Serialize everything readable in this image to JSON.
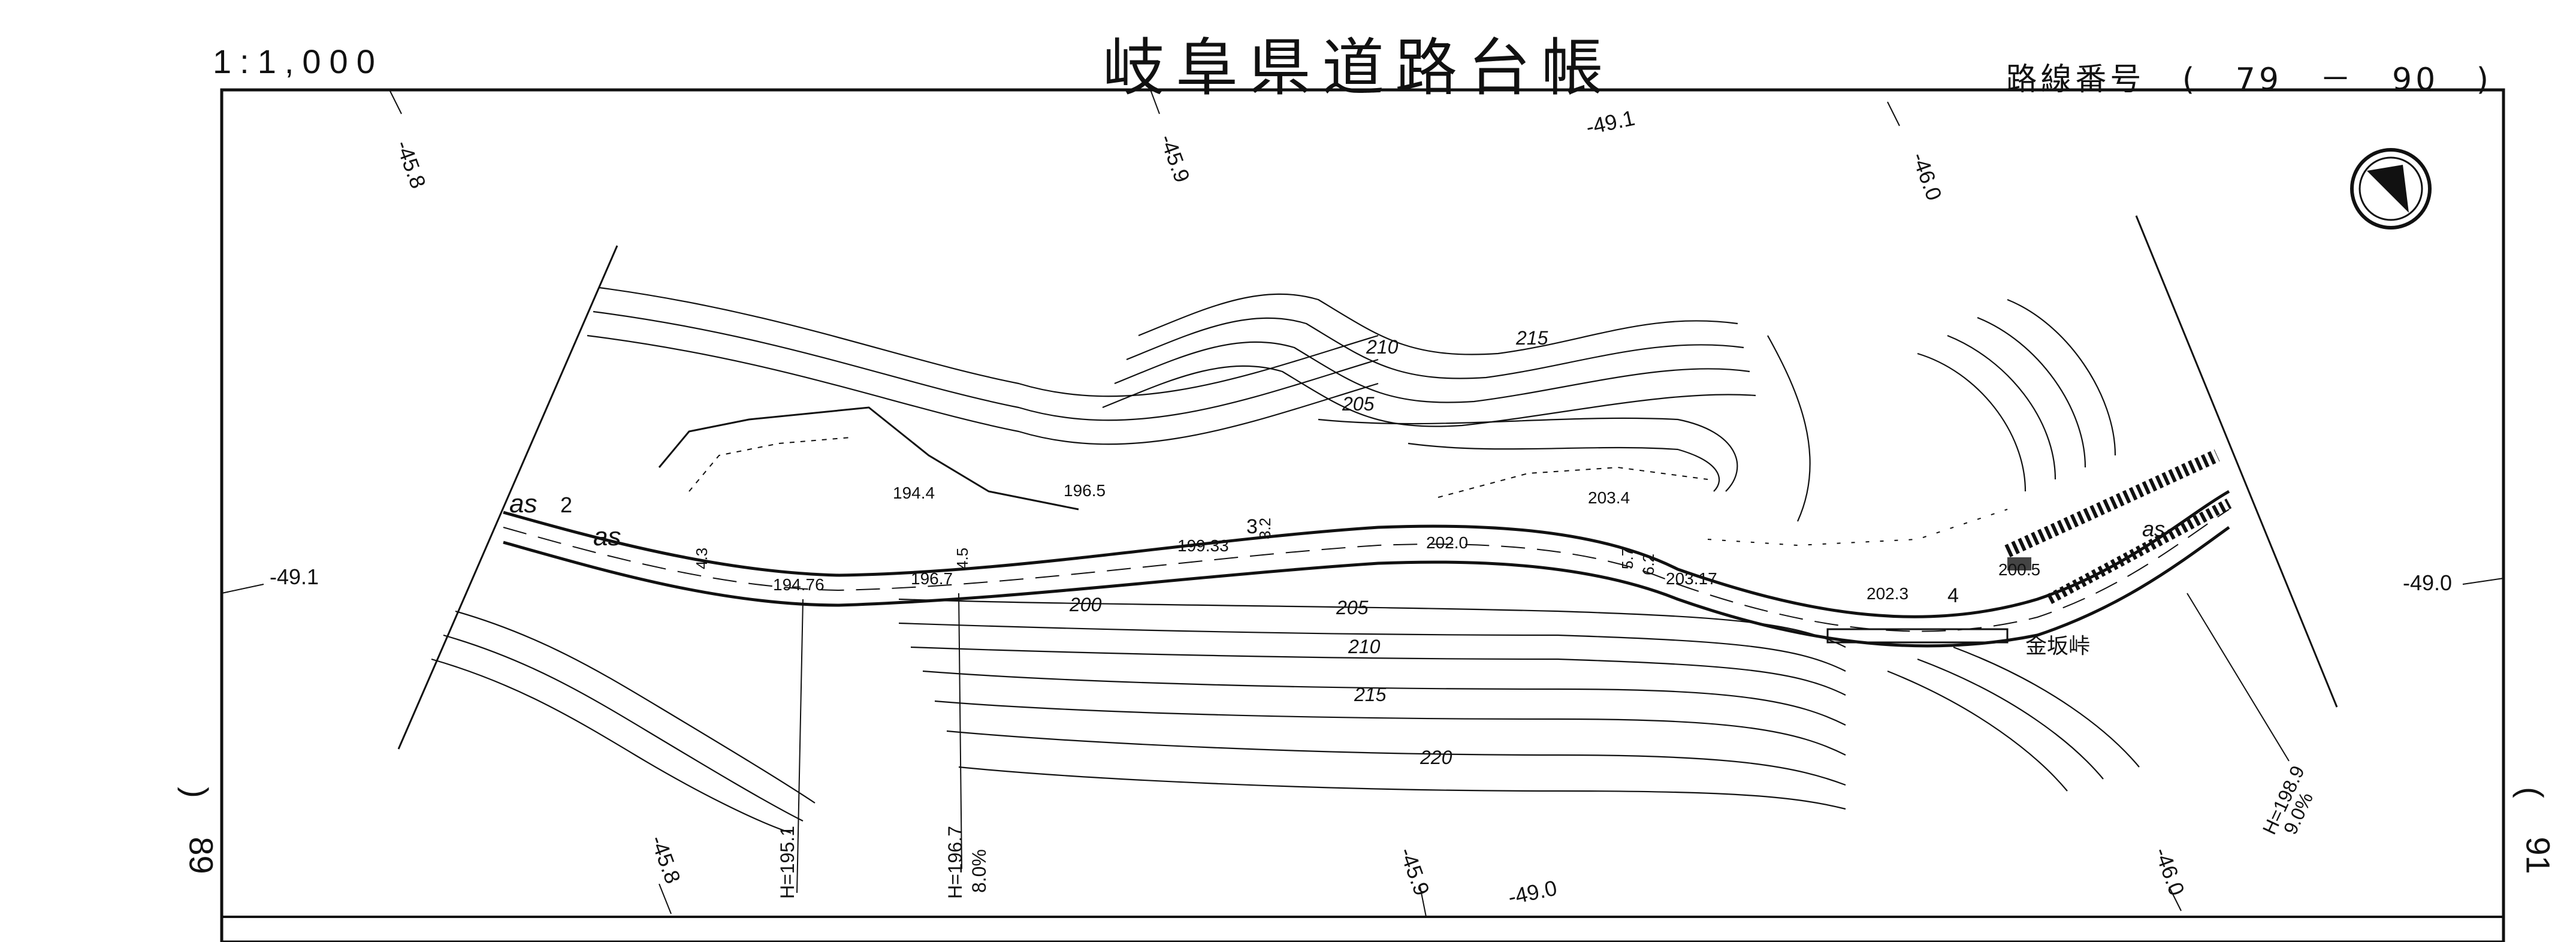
{
  "header": {
    "scale": "1:1,000",
    "title": "岐阜県道路台帳",
    "route_label": "路線番号",
    "route_open": "(",
    "route_from": "79",
    "route_dash": "－",
    "route_to": "90",
    "route_close": ")"
  },
  "sheet": {
    "left_neighbor": "89",
    "right_neighbor": "91",
    "paren_left": ")",
    "paren_right": "("
  },
  "coordinates": {
    "top": [
      "-45.8",
      "-45.9",
      "-49.1",
      "-46.0"
    ],
    "bottom": [
      "-45.8",
      "-45.9",
      "-49.0",
      "-46.0"
    ],
    "left": "-49.1",
    "right": "-49.0"
  },
  "contours": [
    "200",
    "205",
    "210",
    "215",
    "220",
    "210",
    "215",
    "205"
  ],
  "spot_heights": [
    "194.4",
    "196.5",
    "199.33",
    "202.0",
    "203.4",
    "203.17",
    "202.3",
    "200.5",
    "194.76",
    "196.7"
  ],
  "markers": [
    "as",
    "2",
    "as",
    "3",
    "4",
    "as"
  ],
  "small_numbers": [
    "4.3",
    "4.5",
    "3.2",
    "5.7",
    "6.2"
  ],
  "bridge_heights": [
    "H=195.1",
    "H=196.7",
    "H=198.9"
  ],
  "grades": [
    "8.0%",
    "9.0%"
  ],
  "place_name": "金坂峠",
  "north_arrow": "north-arrow-icon",
  "colors": {
    "ink": "#111111",
    "paper": "#ffffff"
  }
}
